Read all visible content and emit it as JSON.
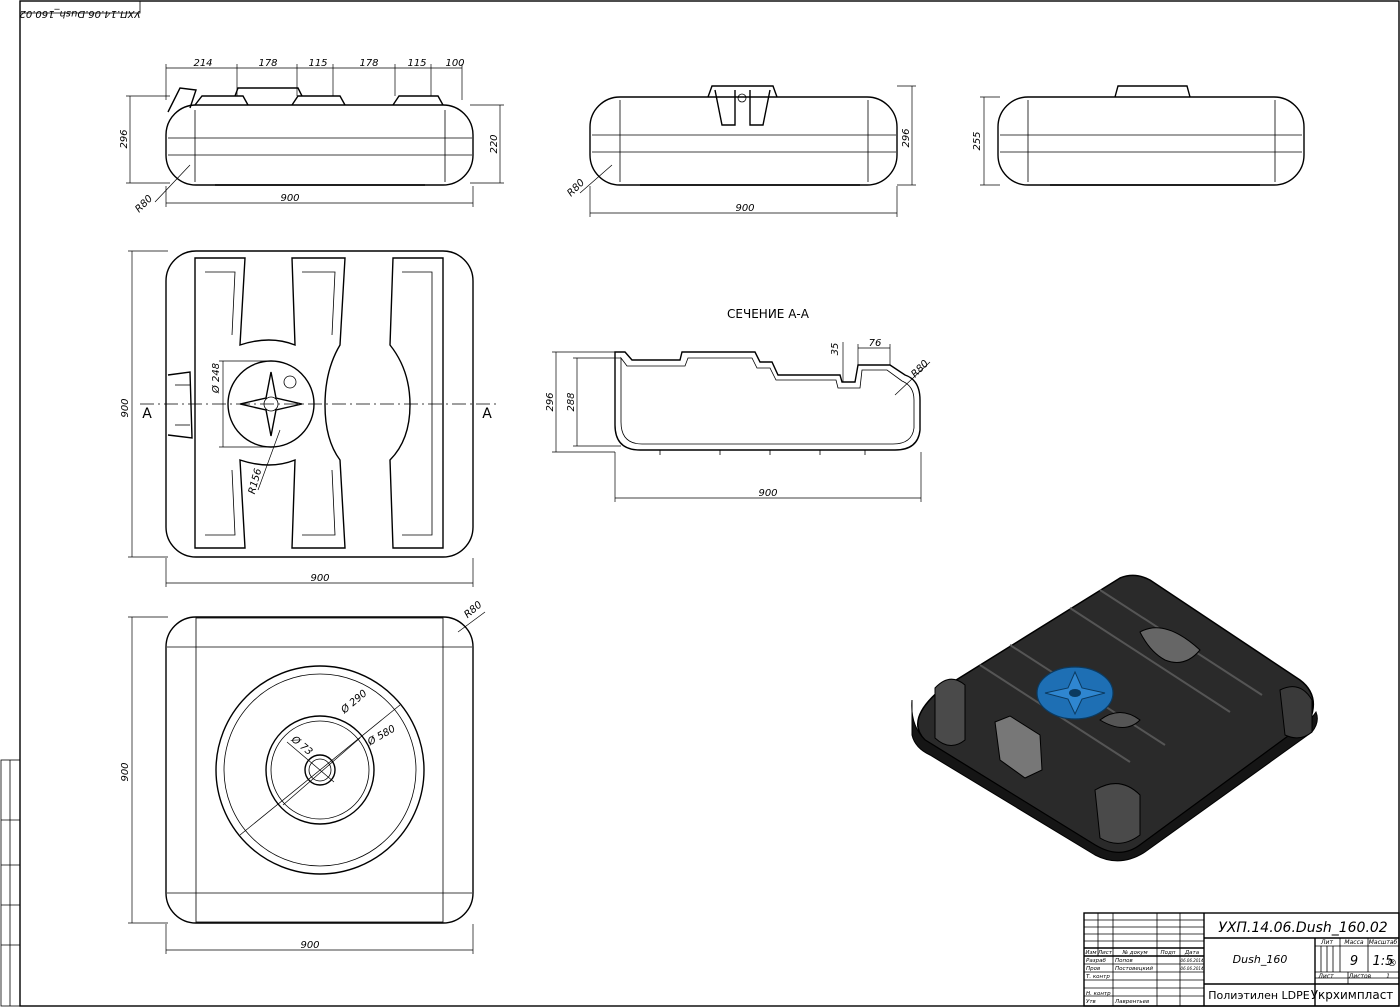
{
  "drawing": {
    "code_rotated": "УХП.14.06.Dush_160.02",
    "section_title": "СЕЧЕНИЕ А-А",
    "section_marker": "А"
  },
  "views": {
    "front": {
      "widths": [
        "214",
        "178",
        "115",
        "178",
        "115",
        "100"
      ],
      "height_left": "296",
      "height_right": "220",
      "radius": "R80",
      "width": "900"
    },
    "side": {
      "height": "296",
      "radius": "R80",
      "width": "900"
    },
    "rear": {
      "height": "255"
    },
    "top": {
      "height": "900",
      "width": "900",
      "diameter": "Ø 248",
      "radius": "R156"
    },
    "section": {
      "height_outer": "296",
      "height_inner": "288",
      "depth": "35",
      "width_top": "76",
      "radius": "R80",
      "width": "900"
    },
    "bottom": {
      "height": "900",
      "width": "900",
      "radius": "R80",
      "d1": "Ø 290",
      "d2": "Ø 580",
      "d3": "Ø 73"
    }
  },
  "title_block": {
    "doc_code": "УХП.14.06.Dush_160.02",
    "name": "Dush_160",
    "material": "Полиэтилен LDPE",
    "company": "Укрхимпласт",
    "mass": "9",
    "scale": "1:5",
    "headers": {
      "lit": "Лит",
      "mass": "Масса",
      "scale": "Масштаб",
      "sheet": "Лист",
      "sheets": "Листов",
      "sheets_value": "1"
    },
    "columns": [
      "Изм",
      "Лист",
      "№ докум",
      "Подп",
      "Дата"
    ],
    "rows": [
      {
        "role": "Разраб",
        "name": "Попов",
        "date": "06.06.2014"
      },
      {
        "role": "Пров",
        "name": "Постовецкий",
        "date": "06.06.2014"
      },
      {
        "role": "Т. контр",
        "name": "",
        "date": ""
      },
      {
        "role": "Н. контр",
        "name": "",
        "date": ""
      },
      {
        "role": "Утв",
        "name": "Лаврентьев",
        "date": ""
      }
    ],
    "registered_mark": "®"
  },
  "colors": {
    "line": "#000000",
    "tank_body": "#2a2a2a",
    "cap": "#1e6fb4"
  }
}
